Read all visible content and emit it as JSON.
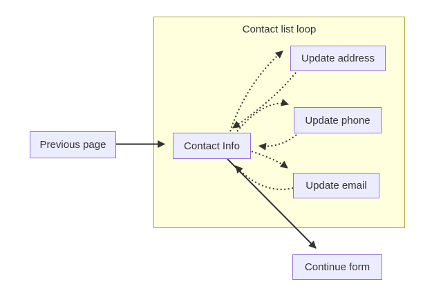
{
  "diagram": {
    "type": "flowchart",
    "cluster": {
      "title": "Contact list loop",
      "fill": "#ffffde",
      "border": "#aaaa33"
    },
    "nodes": [
      {
        "id": "previous-page",
        "label": "Previous page"
      },
      {
        "id": "contact-info",
        "label": "Contact Info"
      },
      {
        "id": "update-address",
        "label": "Update address"
      },
      {
        "id": "update-phone",
        "label": "Update phone"
      },
      {
        "id": "update-email",
        "label": "Update email"
      },
      {
        "id": "continue-form",
        "label": "Continue form"
      }
    ],
    "edges": [
      {
        "from": "Previous page",
        "to": "Contact Info",
        "style": "solid"
      },
      {
        "from": "Contact Info",
        "to": "Update address",
        "style": "dotted"
      },
      {
        "from": "Update address",
        "to": "Contact Info",
        "style": "dotted"
      },
      {
        "from": "Contact Info",
        "to": "Update phone",
        "style": "dotted"
      },
      {
        "from": "Update phone",
        "to": "Contact Info",
        "style": "dotted"
      },
      {
        "from": "Contact Info",
        "to": "Update email",
        "style": "dotted"
      },
      {
        "from": "Update email",
        "to": "Contact Info",
        "style": "dotted"
      },
      {
        "from": "Contact Info",
        "to": "Continue form",
        "style": "solid"
      }
    ],
    "colors": {
      "node_fill": "#ECECFF",
      "node_border": "#9370DB",
      "cluster_fill": "#ffffde",
      "cluster_border": "#aaaa33",
      "edge": "#333333",
      "text": "#333333"
    }
  }
}
